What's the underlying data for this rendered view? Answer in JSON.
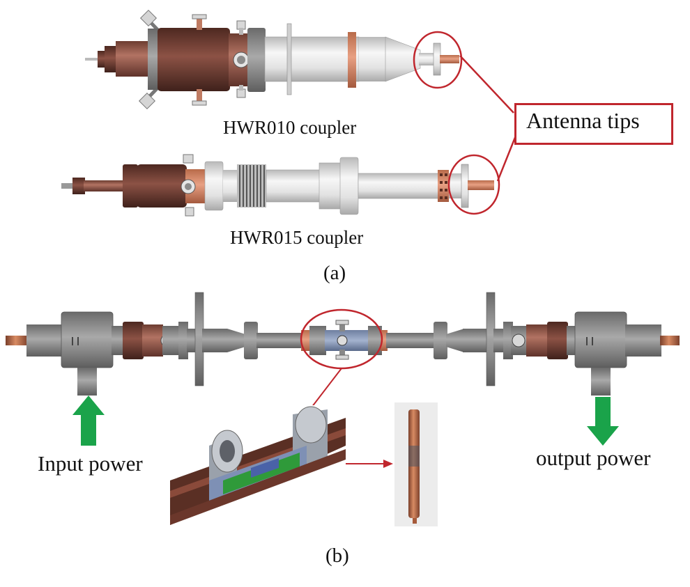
{
  "panel_a": {
    "coupler_top_label": "HWR010 coupler",
    "coupler_bottom_label": "HWR015 coupler",
    "callout_label": "Antenna tips",
    "panel_label": "(a)"
  },
  "panel_b": {
    "input_label": "Input power",
    "output_label": "output power",
    "panel_label": "(b)"
  },
  "colors": {
    "callout_red": "#c0262d",
    "arrow_green": "#1aa34a",
    "copper": "#a5634a",
    "dark_copper": "#6e3a30",
    "steel": "#d9d9d9",
    "grey_body": "#8b8b8b"
  }
}
